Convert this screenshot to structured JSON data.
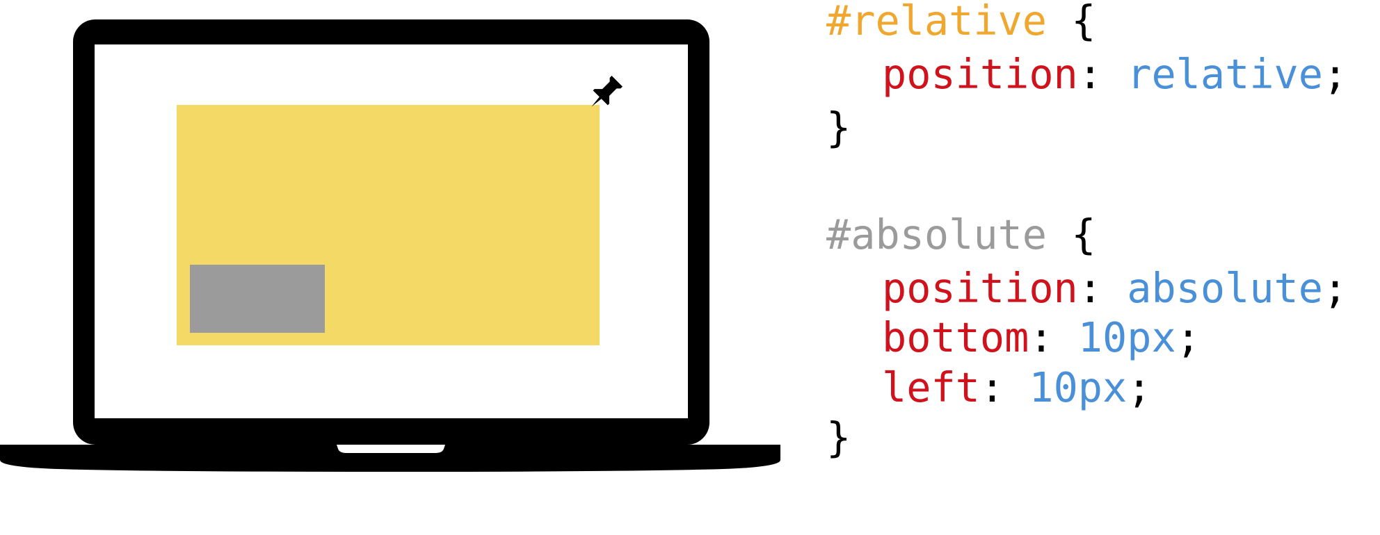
{
  "colors": {
    "laptop": "#000000",
    "screen": "#ffffff",
    "relative_box": "#f4d967",
    "absolute_box": "#9b9b9b",
    "selector_relative": "#f0a730",
    "selector_absolute": "#9b9b9b",
    "property": "#d0121c",
    "value": "#4a90d9",
    "punctuation": "#000000"
  },
  "icons": {
    "pin": "pushpin-icon"
  },
  "code": {
    "relative_rule": {
      "selector": "#relative",
      "open_brace": " {",
      "decl": {
        "property": "position",
        "colon": ": ",
        "value": "relative",
        "semicolon": ";"
      },
      "close_brace": "}"
    },
    "absolute_rule": {
      "selector": "#absolute",
      "open_brace": " {",
      "decls": [
        {
          "property": "position",
          "colon": ": ",
          "value": "absolute",
          "semicolon": ";"
        },
        {
          "property": "bottom",
          "colon": ": ",
          "value": "10px",
          "semicolon": ";"
        },
        {
          "property": "left",
          "colon": ": ",
          "value": "10px",
          "semicolon": ";"
        }
      ],
      "close_brace": "}"
    }
  }
}
